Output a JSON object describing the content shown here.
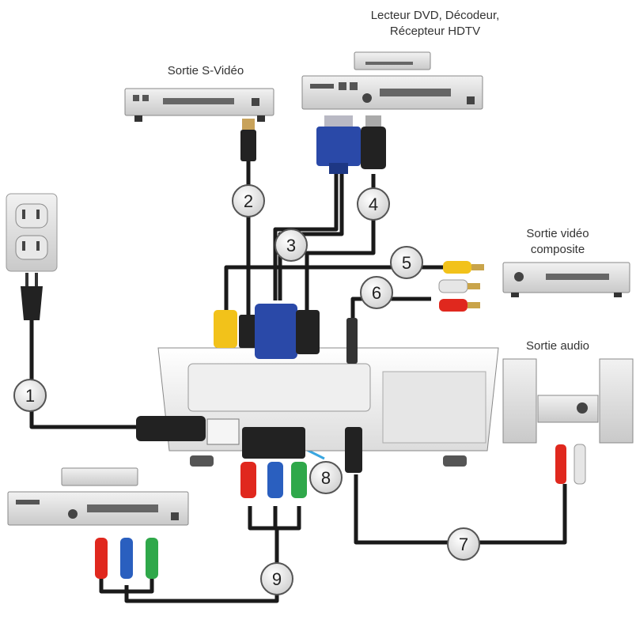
{
  "labels": {
    "dvd_decoder_line1": "Lecteur DVD, Décodeur,",
    "dvd_decoder_line2": "Récepteur HDTV",
    "svideo_out": "Sortie S-Vidéo",
    "composite_line1": "Sortie vidéo",
    "composite_line2": "composite",
    "audio_out": "Sortie audio"
  },
  "callouts": [
    "1",
    "2",
    "3",
    "4",
    "5",
    "6",
    "7",
    "8",
    "9"
  ],
  "cable_colors": {
    "video_yellow": "#f2c21a",
    "audio_white": "#e6e6e6",
    "audio_red": "#e0281e",
    "component_green": "#2fa84a",
    "component_blue": "#2a5fbf",
    "vga_blue": "#2a49a8",
    "cable_black": "#1a1a1a",
    "adapter_blue_line": "#39a6e0"
  },
  "icons": [
    "power-outlet-icon",
    "power-plug-icon",
    "svideo-player-icon",
    "dvd-receiver-icon",
    "composite-player-icon",
    "audio-system-icon",
    "component-player-icon",
    "projector-icon"
  ]
}
